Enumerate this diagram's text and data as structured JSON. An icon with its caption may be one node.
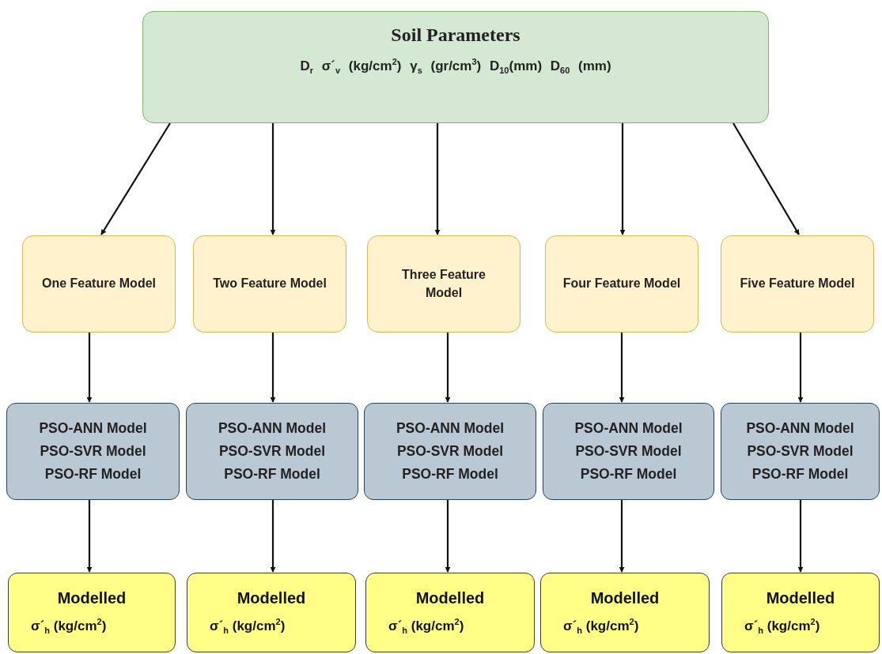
{
  "diagram": {
    "nodes": [
      {
        "text": [
          "Soil Parameters",
          "D$_{r}$ σ´$_{v}$ (kg/cm$^{2}$) γ$_{s}$ (gr/cm$^{3}$) D$_{10}$(mm) D$_{60}$ (mm)"
        ]
      },
      {
        "text": [
          "One Feature Model"
        ]
      },
      {
        "text": [
          "Two Feature Model"
        ]
      },
      {
        "text": [
          "Three Feature Model"
        ]
      },
      {
        "text": [
          "Four Feature Model"
        ]
      },
      {
        "text": [
          "Five Feature Model"
        ]
      },
      {
        "text": [
          "PSO-ANN Model",
          "PSO-SVR Model",
          "PSO-RF Model"
        ]
      },
      {
        "text": [
          "PSO-ANN Model",
          "PSO-SVR Model",
          "PSO-RF Model"
        ]
      },
      {
        "text": [
          "PSO-ANN Model",
          "PSO-SVR Model",
          "PSO-RF Model"
        ]
      },
      {
        "text": [
          "PSO-ANN Model",
          "PSO-SVR Model",
          "PSO-RF Model"
        ]
      },
      {
        "text": [
          "PSO-ANN Model",
          "PSO-SVR Model",
          "PSO-RF Model"
        ]
      },
      {
        "text": [
          "Modelled",
          "σ´$_{h}$ (kg/cm$^{2}$)"
        ]
      },
      {
        "text": [
          "Modelled",
          "σ´$_{h}$ (kg/cm$^{2}$)"
        ]
      },
      {
        "text": [
          "Modelled",
          "σ´$_{h}$ (kg/cm$^{2}$)"
        ]
      },
      {
        "text": [
          "Modelled",
          "σ´$_{h}$ (kg/cm$^{2}$)"
        ]
      },
      {
        "text": [
          "Modelled",
          "σ´$_{h}$ (kg/cm$^{2}$)"
        ]
      }
    ],
    "edges": [
      {
        "from": 0,
        "to": 1,
        "arrow": "to"
      },
      {
        "from": 0,
        "to": 2,
        "arrow": "to"
      },
      {
        "from": 0,
        "to": 3,
        "arrow": "to"
      },
      {
        "from": 0,
        "to": 4,
        "arrow": "to"
      },
      {
        "from": 0,
        "to": 5,
        "arrow": "to"
      },
      {
        "from": 1,
        "to": 6,
        "arrow": "to"
      },
      {
        "from": 2,
        "to": 7,
        "arrow": "to"
      },
      {
        "from": 3,
        "to": 8,
        "arrow": "to"
      },
      {
        "from": 4,
        "to": 9,
        "arrow": "to"
      },
      {
        "from": 5,
        "to": 10,
        "arrow": "to"
      },
      {
        "from": 6,
        "to": 11,
        "arrow": "to"
      },
      {
        "from": 7,
        "to": 12,
        "arrow": "to"
      },
      {
        "from": 8,
        "to": 13,
        "arrow": "to"
      },
      {
        "from": 9,
        "to": 14,
        "arrow": "to"
      },
      {
        "from": 10,
        "to": 15,
        "arrow": "to"
      }
    ]
  }
}
